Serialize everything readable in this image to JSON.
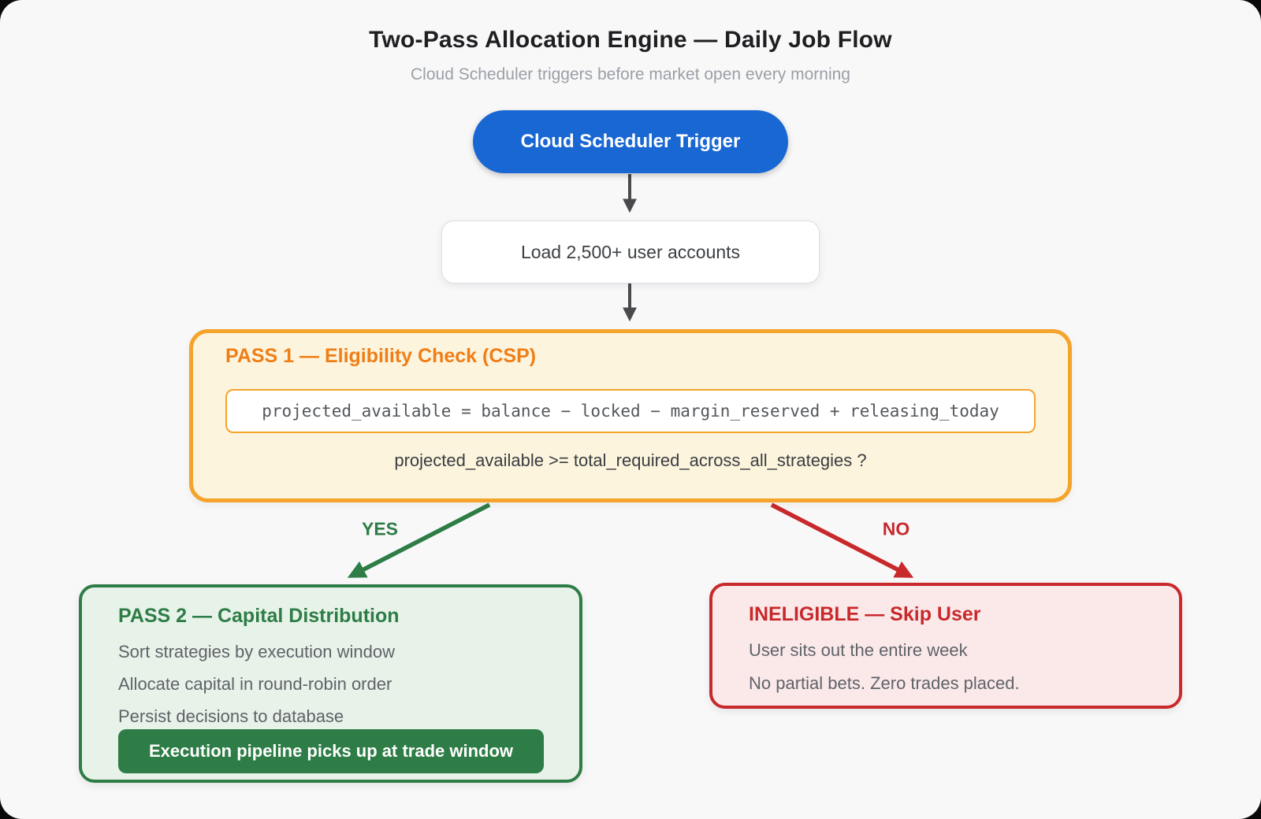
{
  "header": {
    "title": "Two-Pass Allocation Engine — Daily Job Flow",
    "subtitle": "Cloud Scheduler triggers before market open every morning"
  },
  "nodes": {
    "trigger": {
      "label": "Cloud Scheduler Trigger"
    },
    "load": {
      "label": "Load 2,500+ user accounts"
    },
    "pass1": {
      "title": "PASS 1 — Eligibility Check (CSP)",
      "code": "projected_available = balance − locked − margin_reserved + releasing_today",
      "question": "projected_available >= total_required_across_all_strategies ?"
    },
    "pass2": {
      "title": "PASS 2 — Capital Distribution",
      "steps": [
        "Sort strategies by execution window",
        "Allocate capital in round-robin order",
        "Persist decisions to database"
      ],
      "badge": "Execution pipeline picks up at trade window"
    },
    "ineligible": {
      "title": "INELIGIBLE — Skip User",
      "lines": [
        "User sits out the entire week",
        "No partial bets. Zero trades placed."
      ]
    }
  },
  "edges": {
    "yes_label": "YES",
    "no_label": "NO"
  },
  "colors": {
    "trigger_blue": "#1967D2",
    "pass1_border": "#F5A32B",
    "pass1_fill": "#FCF4DD",
    "pass1_title": "#EF7E17",
    "green": "#2E7D46",
    "green_fill": "#E7F2E9",
    "red": "#C8292B",
    "red_fill": "#FBE9EA",
    "arrow_gray": "#4A4A4D",
    "background": "#F8F8F9"
  }
}
